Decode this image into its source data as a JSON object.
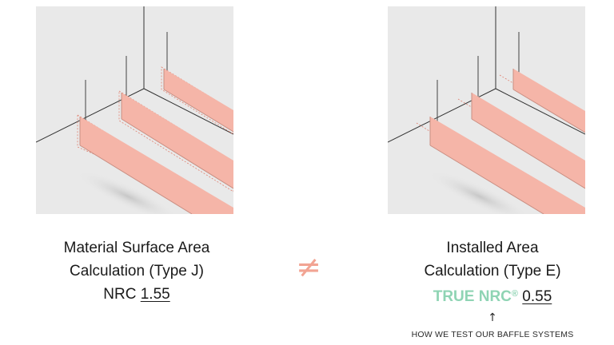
{
  "left_panel": {
    "line1": "Material Surface Area",
    "line2": "Calculation (Type J)",
    "nrc_label": "NRC",
    "nrc_value": "1.55"
  },
  "right_panel": {
    "line1": "Installed Area",
    "line2": "Calculation (Type E)",
    "true_nrc_label": "TRUE NRC",
    "registered_mark": "®",
    "nrc_value": "0.55"
  },
  "comparison_symbol": "≠",
  "arrow": "↑",
  "test_link": "HOW WE TEST OUR BAFFLE SYSTEMS",
  "colors": {
    "baffle": "#f5b5a8",
    "baffle_edge": "#c98e82",
    "panel_bg": "#e9e9e9",
    "accent_green": "#8fd4b4",
    "neq_color": "#f2a493"
  }
}
